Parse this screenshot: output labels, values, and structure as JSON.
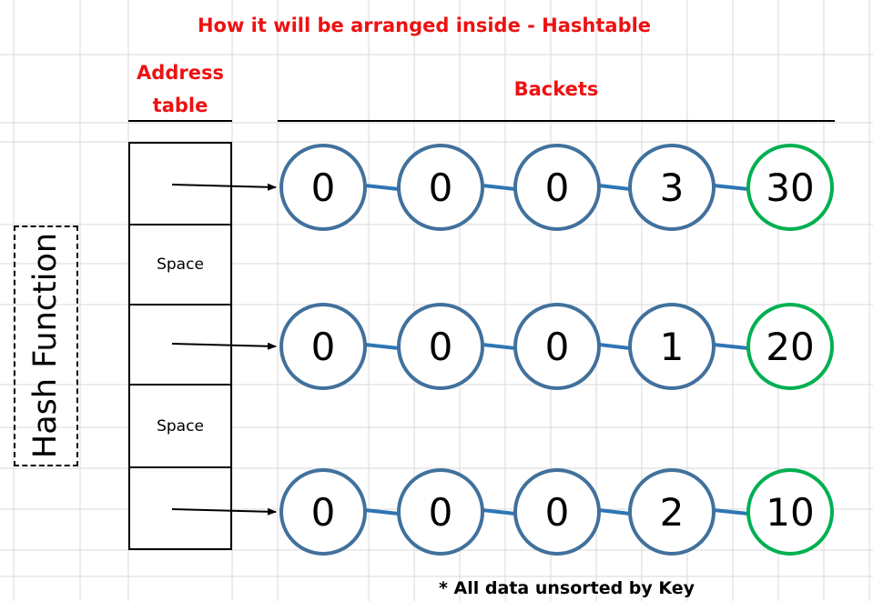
{
  "title": "How it will be arranged inside - Hashtable",
  "address_header": [
    "Address",
    "table"
  ],
  "buckets_header": "Backets",
  "hash_function_label": "Hash Function",
  "address_cells": [
    {
      "label": "",
      "has_pointer": true
    },
    {
      "label": "Space",
      "has_pointer": false
    },
    {
      "label": "",
      "has_pointer": true
    },
    {
      "label": "Space",
      "has_pointer": false
    },
    {
      "label": "",
      "has_pointer": true
    }
  ],
  "buckets": [
    {
      "nodes": [
        "0",
        "0",
        "0",
        "3",
        "30"
      ]
    },
    {
      "nodes": [
        "0",
        "0",
        "0",
        "1",
        "20"
      ]
    },
    {
      "nodes": [
        "0",
        "0",
        "0",
        "2",
        "10"
      ]
    }
  ],
  "footnote": "* All data unsorted by Key",
  "colors": {
    "title_red": "#ee1111",
    "node_blue": "#41719c",
    "link_blue": "#2e75b6",
    "node_green": "#00b050",
    "grid_line": "#d9d9d9"
  }
}
